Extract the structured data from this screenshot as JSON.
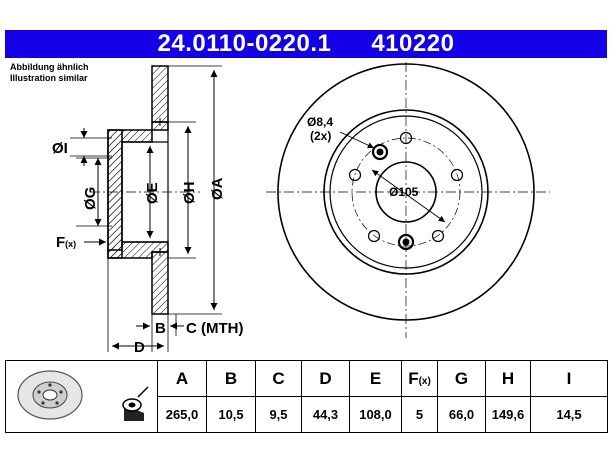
{
  "header": {
    "part_number": "24.0110-0220.1",
    "article_number": "410220"
  },
  "note": {
    "line1": "Abbildung ähnlich",
    "line2": "Illustration similar"
  },
  "drawing": {
    "labels": {
      "phi": "Ø",
      "I": "I",
      "G": "G",
      "E": "E",
      "H": "H",
      "A": "A",
      "F": "F",
      "F_sub": "(x)",
      "B": "B",
      "C_mth": "C (MTH)",
      "D": "D",
      "hole_dia": "Ø8,4",
      "hole_count": "(2x)",
      "bolt_circle": "Ø105"
    }
  },
  "specs": {
    "headers": [
      "A",
      "B",
      "C",
      "D",
      "E",
      "F",
      "G",
      "H",
      "I"
    ],
    "f_sub": "(x)",
    "values": [
      "265,0",
      "10,5",
      "9,5",
      "44,3",
      "108,0",
      "5",
      "66,0",
      "149,6",
      "14,5"
    ]
  }
}
